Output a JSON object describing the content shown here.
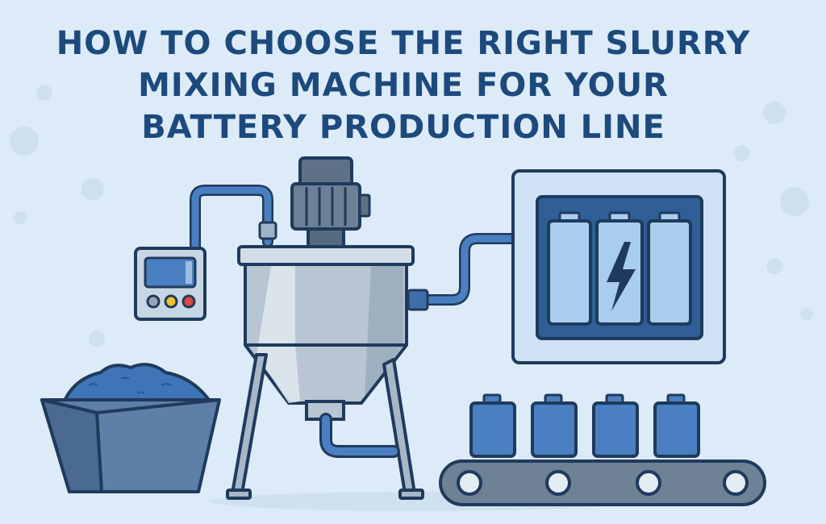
{
  "title": {
    "line1": "HOW TO CHOOSE THE RIGHT SLURRY",
    "line2": "MIXING MACHINE FOR YOUR",
    "line3": "BATTERY PRODUCTION LINE"
  },
  "colors": {
    "background": "#dcebf7",
    "title": "#1d4a7c",
    "outline": "#1f3a5c",
    "steel": "#b8c6d3",
    "blue": "#4a7fc1",
    "panel": "#a9cdee"
  },
  "control_panel": {
    "indicator_colors": [
      "#9aa6b4",
      "#f2c12e",
      "#d9483b"
    ]
  }
}
